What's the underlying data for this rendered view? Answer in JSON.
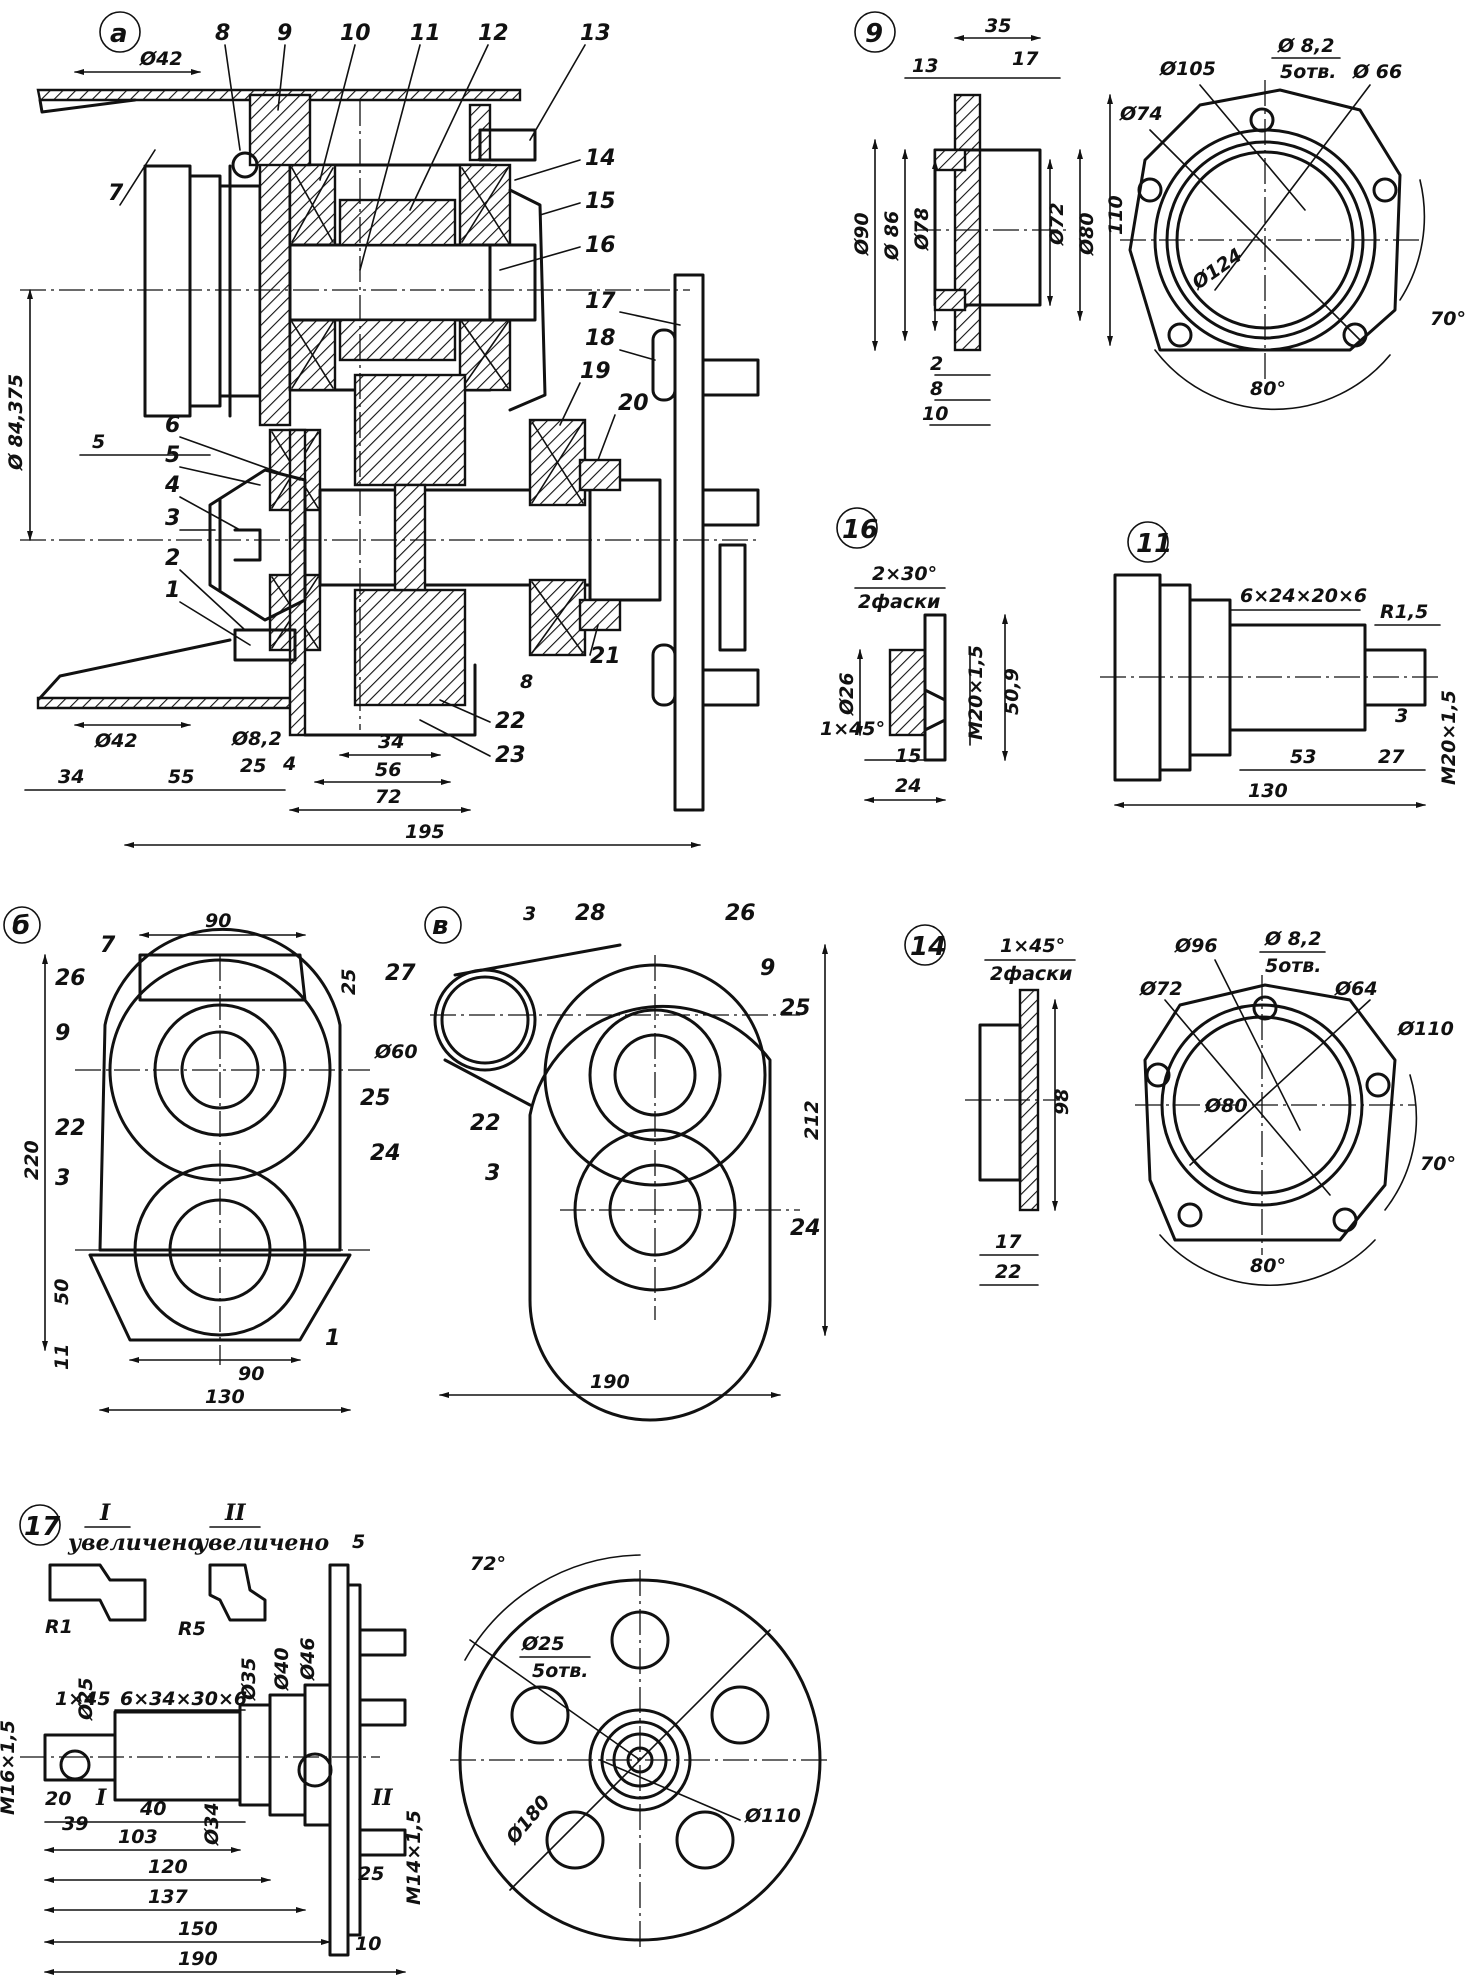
{
  "views": {
    "a": "а",
    "b": "б",
    "v": "в",
    "d9": "9",
    "d16": "16",
    "d11": "11",
    "d14": "14",
    "d17": "17"
  },
  "callouts": [
    "1",
    "2",
    "3",
    "4",
    "5",
    "6",
    "7",
    "8",
    "9",
    "10",
    "11",
    "12",
    "13",
    "14",
    "15",
    "16",
    "17",
    "18",
    "19",
    "20",
    "21",
    "22",
    "23",
    "24",
    "25",
    "26",
    "27",
    "28"
  ],
  "view_a": {
    "d42_top": "Ø42",
    "d42_bot": "Ø42",
    "d8_2": "Ø8,2",
    "d84_375": "Ø 84,375",
    "n5": "5",
    "n8": "8",
    "n4": "4",
    "n34": "34",
    "n56": "56",
    "n72": "72",
    "n195": "195",
    "n34l": "34",
    "n55": "55",
    "n25": "25"
  },
  "view_9": {
    "n35": "35",
    "n13": "13",
    "n17": "17",
    "d90": "Ø90",
    "d86": "Ø 86",
    "d78": "Ø78",
    "d72": "Ø72",
    "d80": "Ø80",
    "n110": "110",
    "n2": "2",
    "n8": "8",
    "n10": "10",
    "d105": "Ø105",
    "d8_2": "Ø 8,2",
    "holes": "5отв.",
    "d66": "Ø 66",
    "d74": "Ø74",
    "d124": "Ø124",
    "a70": "70°",
    "a80": "80°"
  },
  "view_16": {
    "chamfer": "2×30°",
    "chamfer2": "2фаски",
    "d26": "Ø26",
    "m20": "M20×1,5",
    "n50_9": "50,9",
    "c1x45": "1×45°",
    "n15": "15",
    "n24": "24"
  },
  "view_11": {
    "spline": "6×24×20×6",
    "r15": "R1,5",
    "n3": "3",
    "n53": "53",
    "n27": "27",
    "n130": "130",
    "m20": "M20×1,5"
  },
  "view_b": {
    "n90": "90",
    "n25": "25",
    "n220": "220",
    "n50": "50",
    "n11": "11",
    "n90b": "90",
    "n130": "130"
  },
  "view_v": {
    "n3": "3",
    "d60": "Ø60",
    "n212": "212",
    "n190": "190"
  },
  "view_14": {
    "c1x45": "1×45°",
    "chamfer2": "2фаски",
    "n98": "98",
    "n17": "17",
    "n22": "22",
    "d96": "Ø96",
    "d8_2": "Ø 8,2",
    "holes": "5отв.",
    "d72": "Ø72",
    "d64": "Ø64",
    "d110": "Ø110",
    "d80": "Ø80",
    "a70": "70°",
    "a80": "80°"
  },
  "view_17": {
    "rI": "I",
    "rII": "II",
    "enl1": "увеличено",
    "enl2": "увеличено",
    "n5": "5",
    "r1": "R1",
    "r5": "R5",
    "d25": "Ø25",
    "spline": "6×34×30×6",
    "d35": "Ø35",
    "d40": "Ø40",
    "d46": "Ø46",
    "c1x45": "1×45",
    "m16": "M16×1,5",
    "n20": "20",
    "n39": "39",
    "n40": "40",
    "d34": "Ø34",
    "n103": "103",
    "n120": "120",
    "n137": "137",
    "n150": "150",
    "n190": "190",
    "n25": "25",
    "m14": "M14×1,5",
    "n10": "10",
    "a72": "72°",
    "d25h": "Ø25",
    "holes": "5отв.",
    "d180": "Ø180",
    "d110": "Ø110"
  }
}
